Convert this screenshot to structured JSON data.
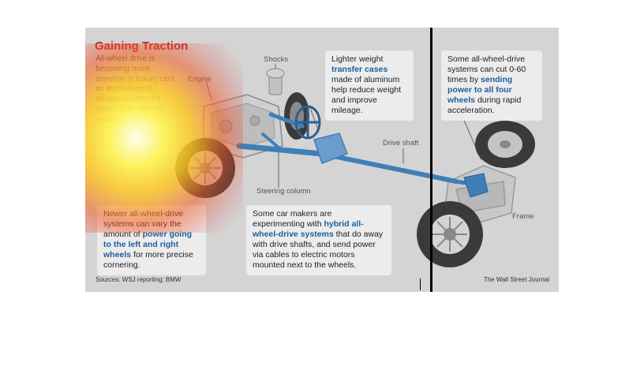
{
  "title": "Gaining Traction",
  "intro": "All-wheel drive is becoming more common in luxury cars as technological advances allow for lighter, fuel-efficient systems.",
  "labels": {
    "engine": "Engine",
    "shocks": "Shocks",
    "drive_shaft": "Drive shaft",
    "steering_column": "Steering column",
    "frame": "Frame"
  },
  "callouts": {
    "transfer": {
      "pre": "Lighter weight ",
      "highlight": "transfer cases",
      "post": " made of aluminum help reduce weight and improve mileage."
    },
    "acceleration": {
      "pre": "Some all-wheel-drive systems can cut 0-60 times by ",
      "highlight": "sending power to all four wheels",
      "post": " during rapid acceleration."
    },
    "cornering": {
      "pre": "Newer all-wheel-drive systems can vary the amount of ",
      "highlight": "power going to the left and right wheels",
      "post": " for more precise cornering."
    },
    "hybrid": {
      "pre": "Some car makers are experimenting with ",
      "highlight": "hybrid all-wheel-drive systems",
      "post": " that do away with drive shafts, and send power via cables to electric motors mounted next to the wheels."
    }
  },
  "footer": {
    "sources": "Sources: WSJ reporting; BMW",
    "credit": "The Wall Street Journal"
  },
  "colors": {
    "title": "#c0272d",
    "highlight": "#1d5f9c",
    "background": "#d4d4d4",
    "drivetrain": "#3f7fb8"
  }
}
